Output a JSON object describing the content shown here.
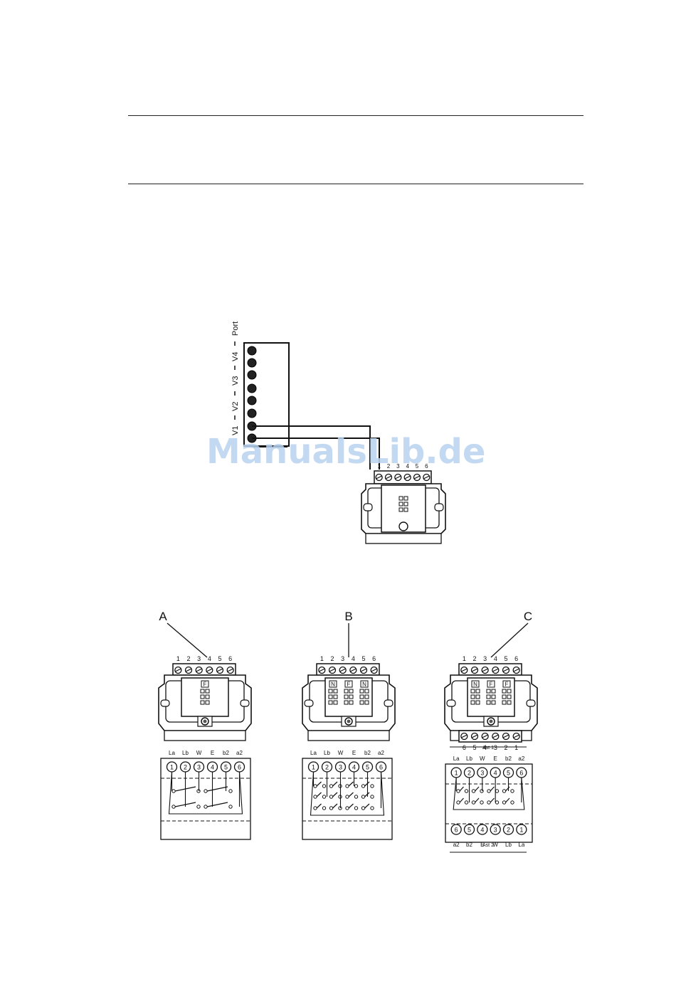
{
  "port_panel": {
    "labels": [
      "V1",
      "V2",
      "V3",
      "V4",
      "Port"
    ]
  },
  "actuator_top": {
    "terminals": [
      "1",
      "2",
      "3",
      "4",
      "5",
      "6"
    ]
  },
  "variants": [
    {
      "id": "A",
      "terminals": [
        "1",
        "2",
        "3",
        "4",
        "5",
        "6"
      ],
      "fuse_labels": [
        "F"
      ],
      "schema_labels": [
        "La",
        "Lb",
        "W",
        "E",
        "b2",
        "a2"
      ],
      "schema_numbers": [
        "1",
        "2",
        "3",
        "4",
        "5",
        "6"
      ]
    },
    {
      "id": "B",
      "terminals": [
        "1",
        "2",
        "3",
        "4",
        "5",
        "6"
      ],
      "fuse_labels": [
        "N",
        "F",
        "N"
      ],
      "schema_labels": [
        "La",
        "Lb",
        "W",
        "E",
        "b2",
        "a2"
      ],
      "schema_numbers": [
        "1",
        "2",
        "3",
        "4",
        "5",
        "6"
      ]
    },
    {
      "id": "C",
      "terminals": [
        "1",
        "2",
        "3",
        "4",
        "5",
        "6"
      ],
      "fuse_labels": [
        "N",
        "F",
        "F"
      ],
      "bottom_terminals": [
        "6",
        "5",
        "4",
        "3",
        "2",
        "1"
      ],
      "axis1": "Ast 1",
      "axis2": "Ast 2",
      "schema_labels": [
        "La",
        "Lb",
        "W",
        "E",
        "b2",
        "a2"
      ],
      "schema_numbers": [
        "1",
        "2",
        "3",
        "4",
        "5",
        "6"
      ],
      "schema_bottom_numbers": [
        "6",
        "5",
        "4",
        "3",
        "2",
        "1"
      ],
      "schema_bottom_labels": [
        "a2",
        "b2",
        "E",
        "W",
        "Lb",
        "La"
      ]
    }
  ],
  "watermark": "ManualsLib.de"
}
